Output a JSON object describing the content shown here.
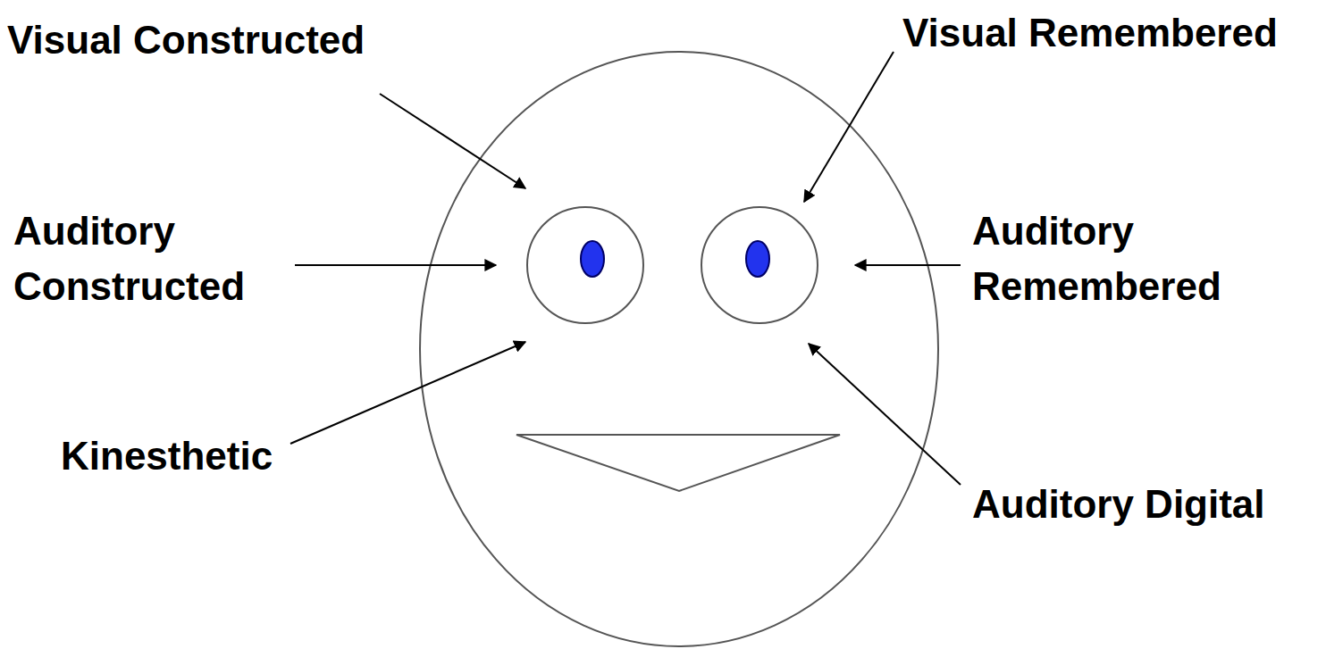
{
  "diagram": {
    "labels": [
      "Visual Constructed",
      "Visual Remembered",
      "Auditory Constructed",
      "Auditory Remembered",
      "Kinesthetic",
      "Auditory Digital"
    ]
  }
}
